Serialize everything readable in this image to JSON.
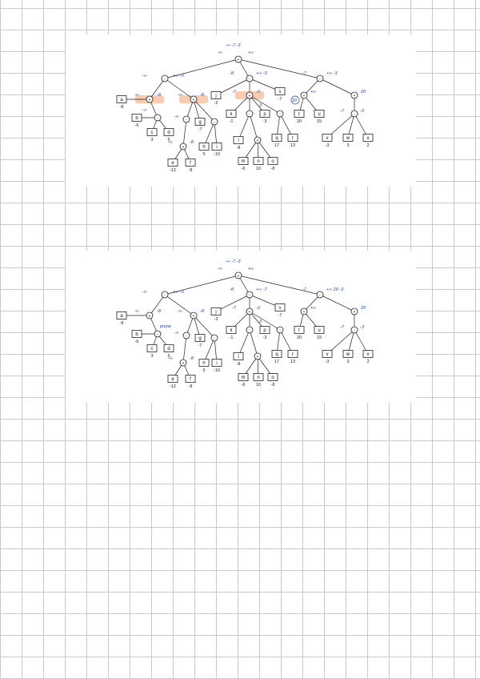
{
  "ops": {
    "max": "+",
    "min": "-"
  },
  "panel1": {
    "leaves": {
      "a": {
        "label": "a",
        "value": "-8"
      },
      "b": {
        "label": "b",
        "value": "-6"
      },
      "c": {
        "label": "c",
        "value": "3"
      },
      "d": {
        "label": "d",
        "value": "5"
      },
      "e": {
        "label": "e",
        "value": "-12"
      },
      "f": {
        "label": "f",
        "value": "-8"
      },
      "g": {
        "label": "g",
        "value": "-7"
      },
      "h": {
        "label": "h",
        "value": "5"
      },
      "i": {
        "label": "i",
        "value": "-10"
      },
      "j": {
        "label": "j",
        "value": "-2"
      },
      "k": {
        "label": "k",
        "value": "-1"
      },
      "l": {
        "label": "l",
        "value": "-8"
      },
      "m": {
        "label": "m",
        "value": "-6"
      },
      "n": {
        "label": "n",
        "value": "10"
      },
      "o": {
        "label": "o",
        "value": "-8"
      },
      "p": {
        "label": "p",
        "value": "-3"
      },
      "q": {
        "label": "q",
        "value": "17"
      },
      "r": {
        "label": "r",
        "value": "13"
      },
      "s": {
        "label": "s",
        "value": "-7"
      },
      "t": {
        "label": "t",
        "value": "20"
      },
      "u": {
        "label": "u",
        "value": "15"
      },
      "v": {
        "label": "v",
        "value": "-3"
      },
      "w": {
        "label": "w",
        "value": "3"
      },
      "x": {
        "label": "x",
        "value": "2"
      }
    },
    "notes": {
      "root_top": "-∞ -7 -3",
      "root_left": "-∞",
      "root_right": "+∞",
      "n1_left": "-∞",
      "n1_right": "+∞ -3",
      "n2_left": "-8",
      "n2_right": "+∞ -3",
      "n3_left": "-7",
      "n3_right": "+∞ -3",
      "n11_left": "-∞",
      "n11_right": "-8",
      "n12_left": "-∞",
      "n12_right": "-8",
      "n112_left": "-∞",
      "n122_left": "-∞",
      "n1221_left": "-∞",
      "n1221_right": "-8",
      "n21_left": "-7",
      "n21_right": "-2",
      "n23_left": "-3",
      "n31_right": "+∞",
      "n31_circ": "20",
      "n32_right": "20",
      "n321_left": "-7",
      "n321_right": "-3"
    }
  },
  "panel2": {
    "leaves": {
      "a": {
        "label": "a",
        "value": "-8"
      },
      "b": {
        "label": "b",
        "value": "-6"
      },
      "c": {
        "label": "c",
        "value": "3"
      },
      "d": {
        "label": "d",
        "value": "5"
      },
      "e": {
        "label": "e",
        "value": "-12"
      },
      "f": {
        "label": "f",
        "value": "-8"
      },
      "g": {
        "label": "g",
        "value": "-7"
      },
      "h": {
        "label": "h",
        "value": "5"
      },
      "i": {
        "label": "i",
        "value": "-10"
      },
      "j": {
        "label": "j",
        "value": "-2"
      },
      "k": {
        "label": "k",
        "value": "-1"
      },
      "l": {
        "label": "l",
        "value": "-8"
      },
      "m": {
        "label": "m",
        "value": "-6"
      },
      "n": {
        "label": "n",
        "value": "10"
      },
      "o": {
        "label": "o",
        "value": "-8"
      },
      "p": {
        "label": "p",
        "value": "-3"
      },
      "q": {
        "label": "q",
        "value": "17"
      },
      "r": {
        "label": "r",
        "value": "13"
      },
      "s": {
        "label": "s",
        "value": "-7"
      },
      "t": {
        "label": "t",
        "value": "20"
      },
      "u": {
        "label": "u",
        "value": "15"
      },
      "v": {
        "label": "v",
        "value": "-3"
      },
      "w": {
        "label": "w",
        "value": "3"
      },
      "x": {
        "label": "x",
        "value": "2"
      }
    },
    "notes": {
      "root_top": "-∞ -7 -3",
      "root_left": "-∞",
      "root_right": "+∞",
      "n1_left": "-∞",
      "n1_right": "+∞ -3",
      "n2_left": "-8",
      "n2_right": "+∞ -7",
      "n3_left": "-7",
      "n3_right": "+∞ 20 -3",
      "n11_left": "-∞",
      "n11_right": "-8",
      "n111_note": "prune",
      "n12_left": "-∞",
      "n12_right": "-8",
      "n122_left": "-∞",
      "n1221_left": "-∞",
      "n1221_right": "-8",
      "n21_left": "-7",
      "n21_right": "-2",
      "n23_left": "-3",
      "n31_right": "+∞",
      "n32_right": "20",
      "n321_left": "-7",
      "n321_right": "-3"
    }
  }
}
